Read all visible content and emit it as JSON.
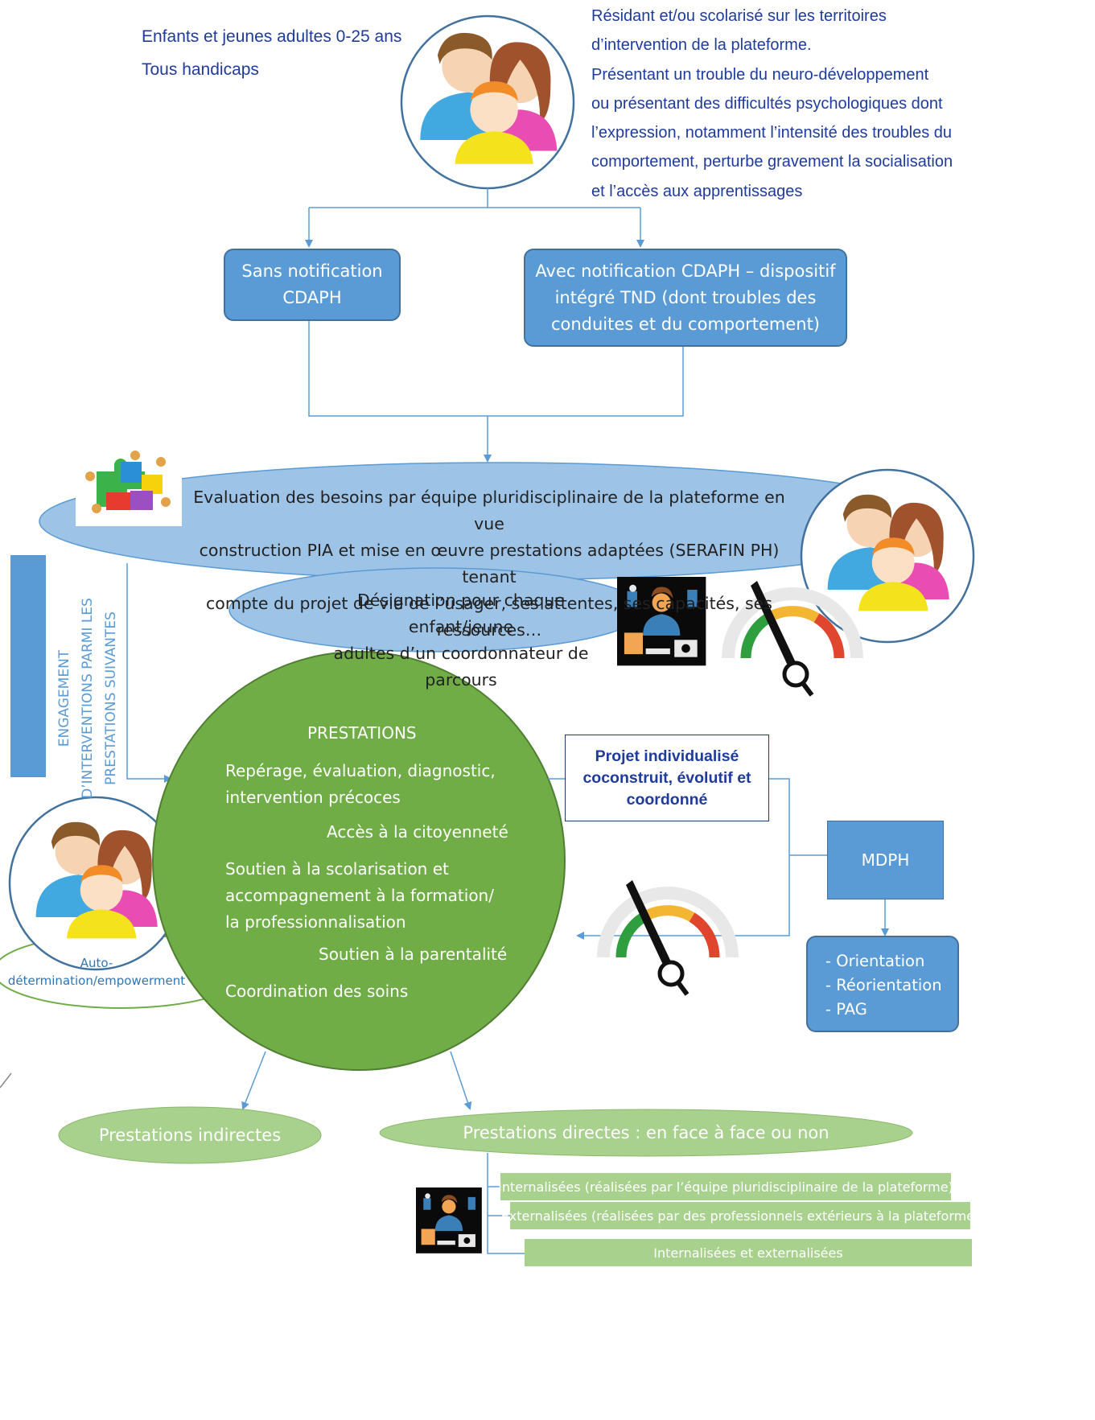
{
  "top_left": {
    "line1": "Enfants et jeunes adultes 0-25 ans",
    "line2": "Tous handicaps"
  },
  "top_right": {
    "lines": [
      "Résidant et/ou scolarisé sur les territoires",
      "d’intervention de la plateforme.",
      "Présentant un trouble du neuro-développement",
      "ou présentant des difficultés psychologiques dont",
      "l’expression, notamment l’intensité des troubles du",
      "comportement, perturbe gravement la socialisation",
      "et l’accès aux apprentissages"
    ]
  },
  "box_sans": {
    "line1": "Sans notification",
    "line2": "CDAPH"
  },
  "box_avec": {
    "line1": "Avec notification CDAPH – dispositif",
    "line2": "intégré TND (dont troubles des",
    "line3": "conduites et du comportement)"
  },
  "evaluation": {
    "line1": "Evaluation des besoins par équipe pluridisciplinaire de la plateforme en vue",
    "line2": "construction PIA et mise en œuvre prestations adaptées (SERAFIN PH) tenant",
    "line3": "compte du projet de vie de l’usager, ses attentes, ses capacités, ses ressources…"
  },
  "designation": {
    "line1": "Désignation pour chaque enfant/jeune",
    "line2": "adultes d’un coordonnateur de parcours"
  },
  "side_label": {
    "line1": "CONCOMITAMMENT ENGAGEMENT",
    "line2": "D’INTERVENTIONS PARMI LES",
    "line3": "PRESTATIONS SUIVANTES"
  },
  "prestations": {
    "title": "PRESTATIONS",
    "item1_l1": "Repérage, évaluation, diagnostic,",
    "item1_l2": "intervention précoces",
    "item2": "Accès à la citoyenneté",
    "item3_l1": "Soutien à la scolarisation et",
    "item3_l2": "accompagnement à la formation/",
    "item3_l3": "la professionnalisation",
    "item4": "Soutien à la parentalité",
    "item5": "Coordination des soins"
  },
  "projet": {
    "line1": "Projet individualisé",
    "line2": "coconstruit, évolutif et",
    "line3": "coordonné"
  },
  "mdph": {
    "label": "MDPH"
  },
  "mdph_list": {
    "item1": "- Orientation",
    "item2": "- Réorientation",
    "item3": "- PAG"
  },
  "auto": {
    "line1": "Auto-",
    "line2": "détermination/empowerment"
  },
  "indirectes": {
    "label": "Prestations indirectes"
  },
  "directes": {
    "label": "Prestations directes : en face à face ou non"
  },
  "sub_boxes": {
    "item1": "Internalisées (réalisées par l’équipe pluridisciplinaire de la plateforme)",
    "item2": "Externalisées (réalisées par des professionnels extérieurs à la plateforme)",
    "item3": "Internalisées et externalisées"
  },
  "colors": {
    "box_blue": "#5b9bd5",
    "ellipse_blue": "#9dc3e6",
    "circle_green": "#70ad47",
    "light_green": "#a9d18e",
    "text_blue": "#1f3b9b"
  },
  "icons": [
    "family-icon",
    "puzzle-team-icon",
    "coordinator-icon",
    "gauge-icon"
  ]
}
